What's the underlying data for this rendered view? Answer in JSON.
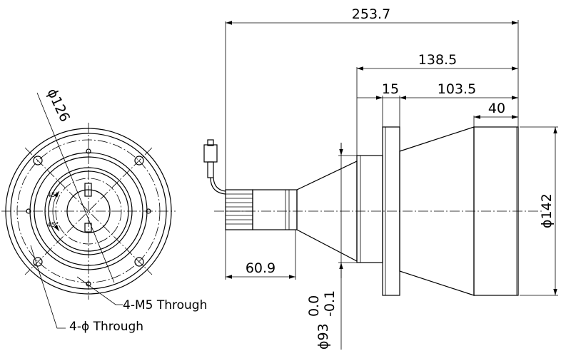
{
  "drawing": {
    "front_view": {
      "dia_126": "ϕ126",
      "angle_top": "45°",
      "angle_bottom": "45°",
      "note_m5": "4-M5 Through",
      "note_holes": "4-ϕ Through"
    },
    "side_view": {
      "dim_total": "253.7",
      "dim_138": "138.5",
      "dim_15": "15",
      "dim_103": "103.5",
      "dim_40": "40",
      "dim_60": "60.9",
      "dia_142": "ϕ142",
      "dia_93": "ϕ93",
      "tol_upper": "0.0",
      "tol_lower": "-0.1"
    }
  }
}
